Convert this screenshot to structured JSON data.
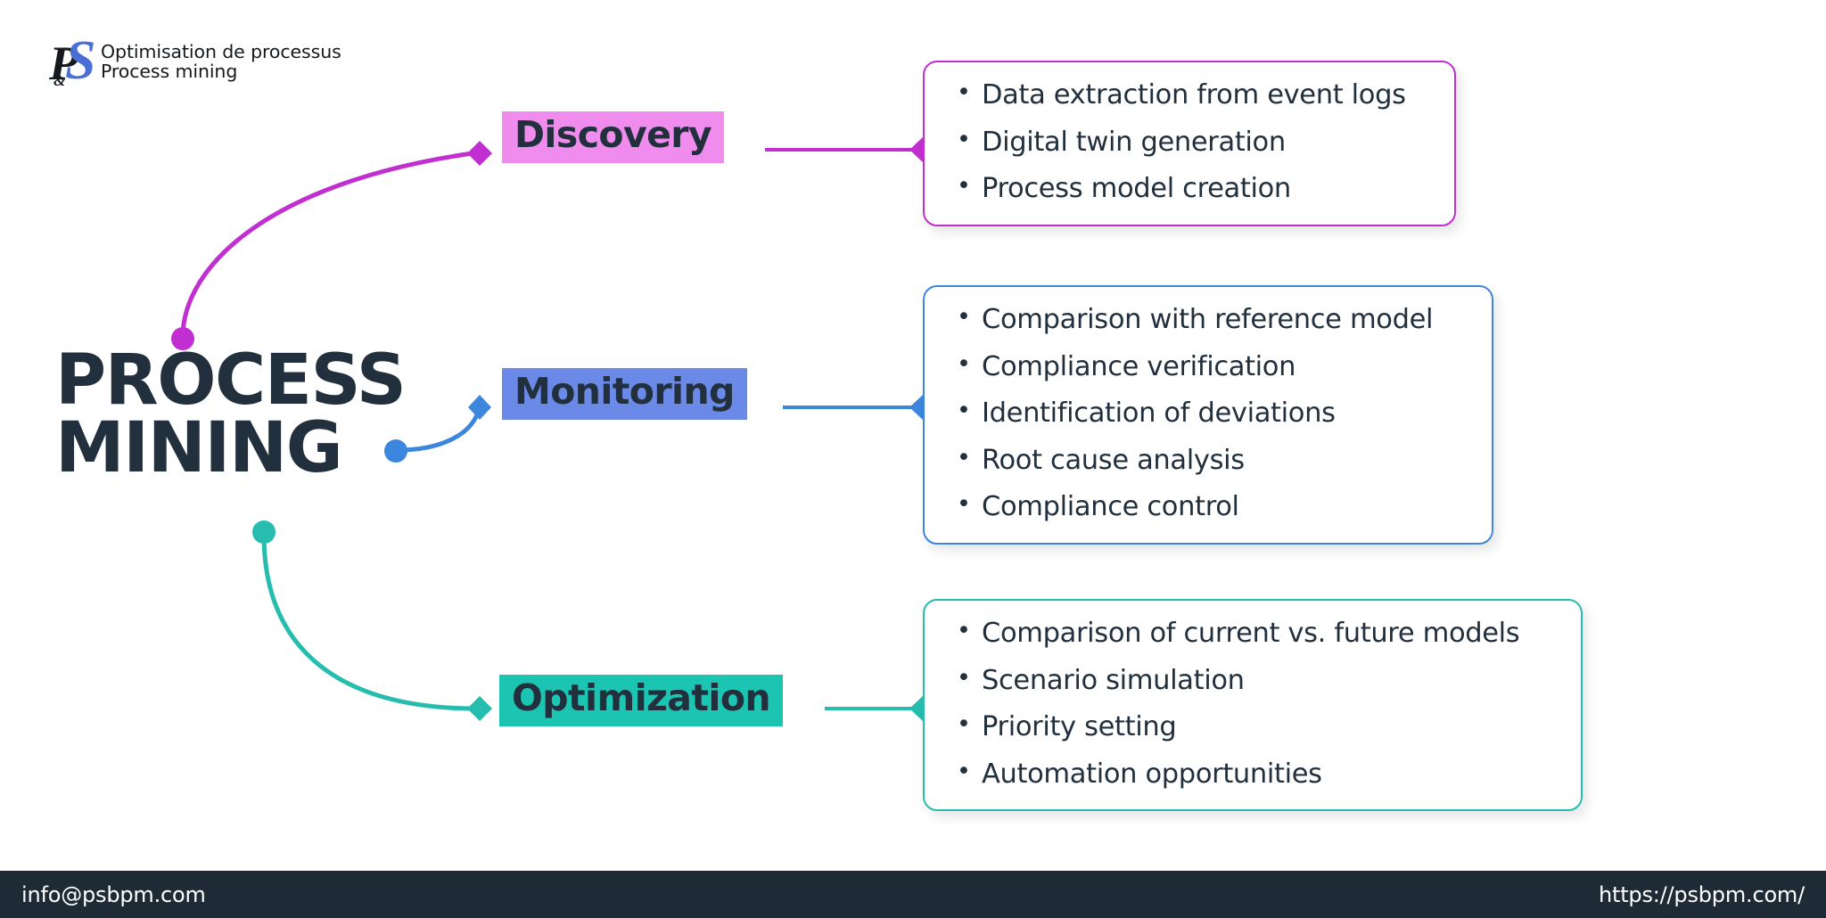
{
  "logo": {
    "mark_p": "P",
    "mark_s": "S",
    "mark_amp": "&",
    "line1": "Optimisation de processus",
    "line2": "Process mining"
  },
  "title": "PROCESS\nMINING",
  "colors": {
    "magenta_line": "#c22fd0",
    "magenta_chip": "#ef8cee",
    "blue_line": "#3d86de",
    "blue_chip": "#6b8ae8",
    "teal_line": "#27bdae",
    "teal_chip": "#1cc4b2",
    "text_dark": "#22303d",
    "footer_bg": "#1e2b36",
    "page_bg": "#ffffff"
  },
  "branches": [
    {
      "key": "discovery",
      "label": "Discovery",
      "items": [
        "Data extraction from event logs",
        "Digital twin generation",
        "Process model creation"
      ]
    },
    {
      "key": "monitoring",
      "label": "Monitoring",
      "items": [
        "Comparison with reference model",
        "Compliance verification",
        "Identification of deviations",
        "Root cause analysis",
        "Compliance control"
      ]
    },
    {
      "key": "optimization",
      "label": "Optimization",
      "items": [
        "Comparison of current vs. future models",
        "Scenario simulation",
        "Priority setting",
        "Automation opportunities"
      ]
    }
  ],
  "footer": {
    "email": "info@psbpm.com",
    "website": "https://psbpm.com/"
  }
}
